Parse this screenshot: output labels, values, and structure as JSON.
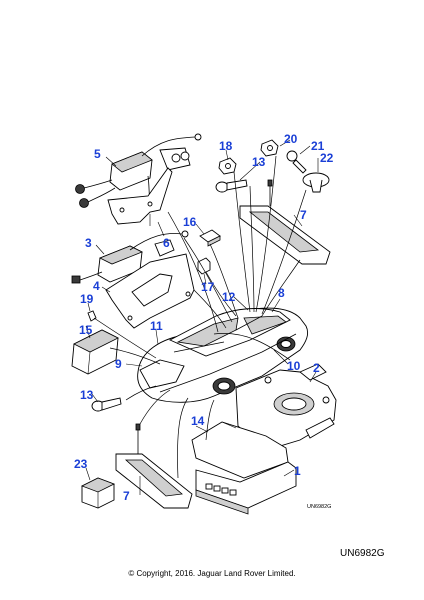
{
  "diagram": {
    "callouts": [
      "1",
      "2",
      "3",
      "4",
      "5",
      "6",
      "7",
      "7",
      "9",
      "10",
      "11",
      "12",
      "8",
      "13",
      "13",
      "14",
      "15",
      "16",
      "17",
      "18",
      "19",
      "20",
      "21",
      "22",
      "23"
    ],
    "ref_small": "UN6982G",
    "ref_large": "UN6982G",
    "copyright": "© Copyright, 2016. Jaguar Land Rover Limited."
  }
}
